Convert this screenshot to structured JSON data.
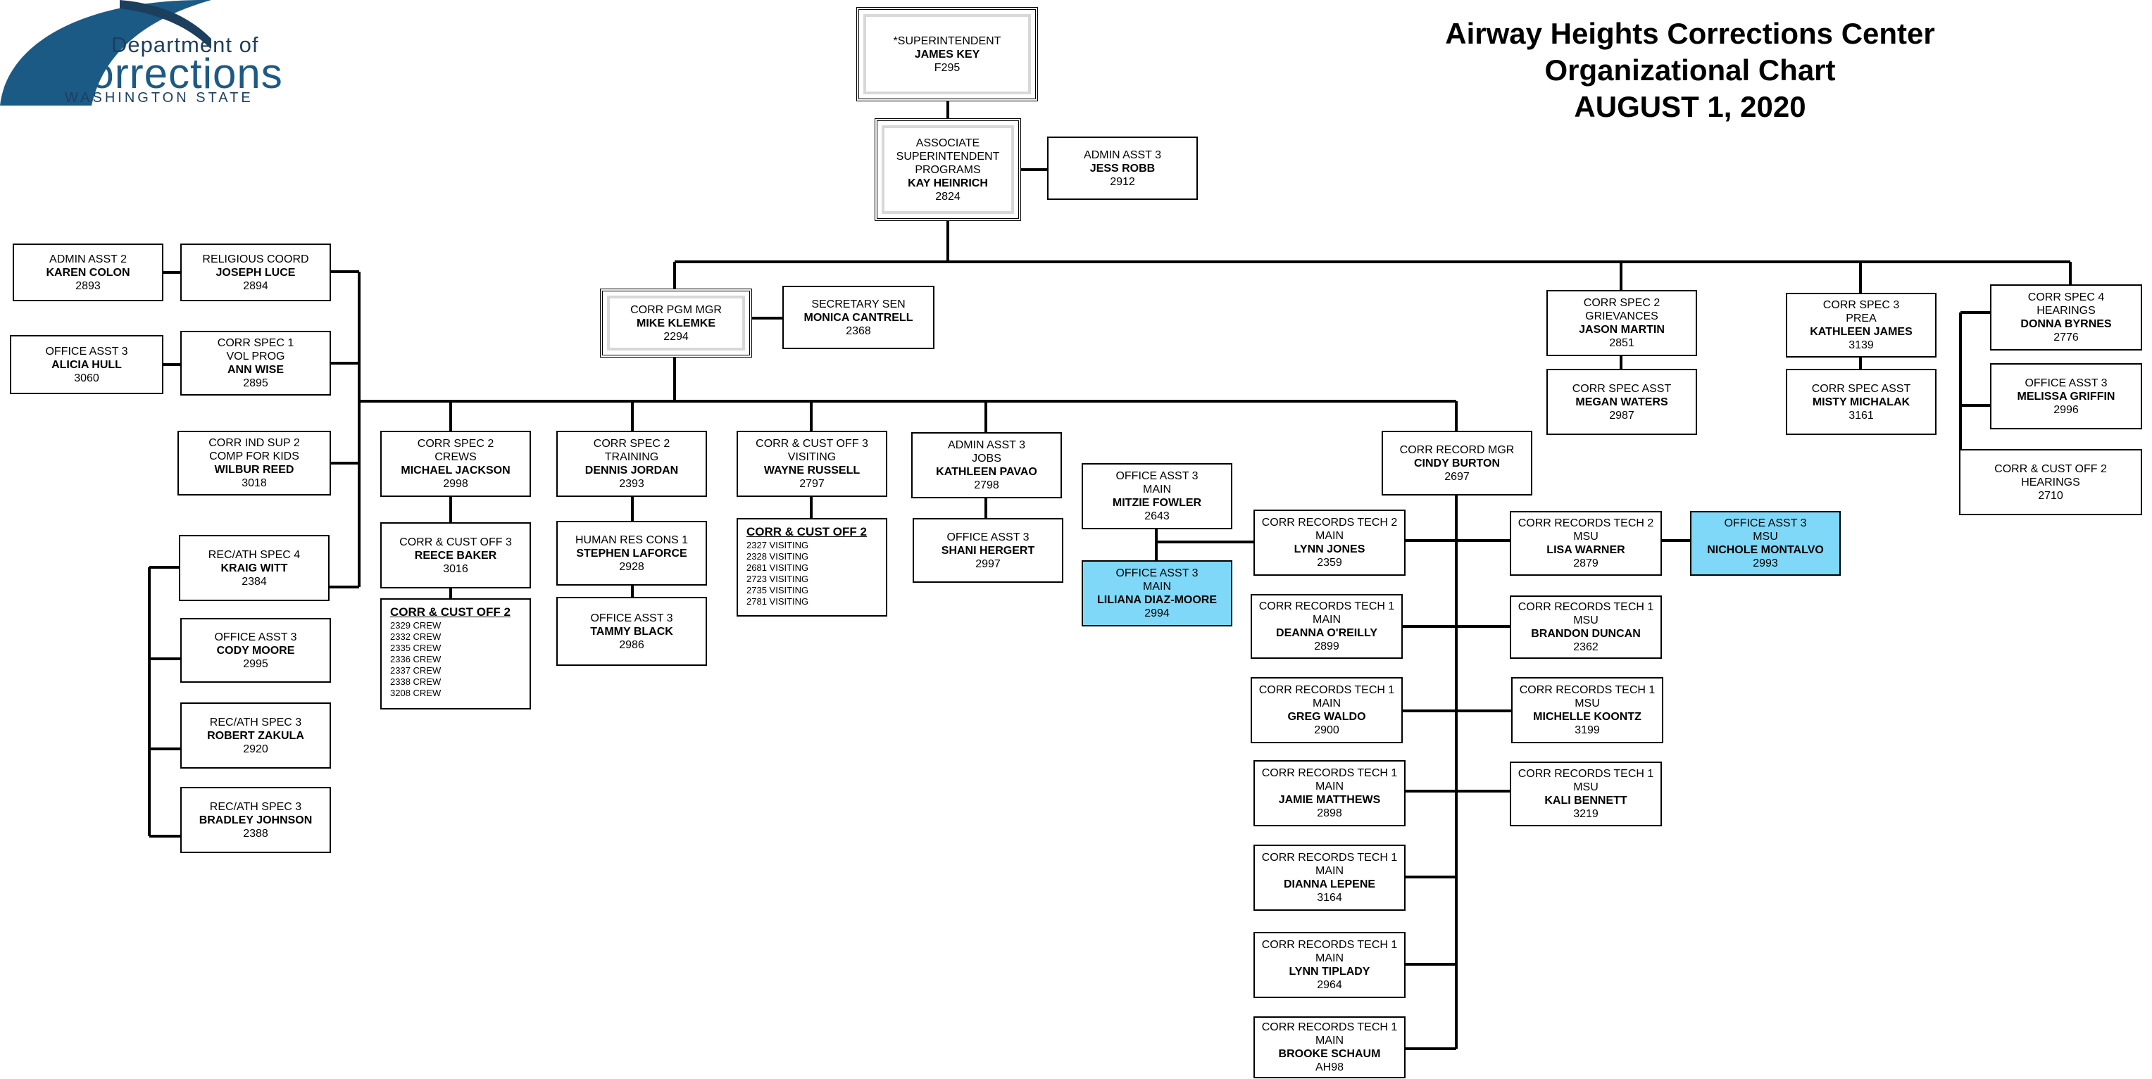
{
  "header": {
    "logo_line1": "Department of",
    "logo_line2": "Corrections",
    "logo_line3": "WASHINGTON STATE",
    "title_line1": "Airway Heights Corrections Center",
    "title_line2": "Organizational Chart",
    "title_line3": "AUGUST 1, 2020"
  },
  "colors": {
    "highlight": "#7fd8f8",
    "logo_blue": "#1c5a86"
  },
  "nodes": {
    "superintendent": [
      "*SUPERINTENDENT",
      "JAMES KEY",
      "F295"
    ],
    "assoc_supt": [
      "ASSOCIATE",
      "SUPERINTENDENT",
      "PROGRAMS",
      "KAY HEINRICH",
      "2824"
    ],
    "admin_asst_robb": [
      "ADMIN ASST 3",
      "JESS ROBB",
      "2912"
    ],
    "corr_pgm_mgr": [
      "CORR PGM MGR",
      "MIKE KLEMKE",
      "2294"
    ],
    "secretary_sen": [
      "SECRETARY SEN",
      "MONICA CANTRELL",
      "2368"
    ],
    "admin_asst_colon": [
      "ADMIN ASST 2",
      "KAREN COLON",
      "2893"
    ],
    "religious_coord": [
      "RELIGIOUS COORD",
      "JOSEPH LUCE",
      "2894"
    ],
    "office_asst_hull": [
      "OFFICE ASST 3",
      "ALICIA HULL",
      "3060"
    ],
    "corr_spec1_wise": [
      "CORR SPEC 1",
      "VOL PROG",
      "ANN WISE",
      "2895"
    ],
    "corr_ind_sup": [
      "CORR IND SUP 2",
      "COMP FOR KIDS",
      "WILBUR REED",
      "3018"
    ],
    "rec_ath4": [
      "REC/ATH SPEC 4",
      "KRAIG WITT",
      "2384"
    ],
    "office_asst_moore": [
      "OFFICE ASST 3",
      "CODY MOORE",
      "2995"
    ],
    "rec_ath3_zakula": [
      "REC/ATH SPEC 3",
      "ROBERT ZAKULA",
      "2920"
    ],
    "rec_ath3_johnson": [
      "REC/ATH SPEC 3",
      "BRADLEY JOHNSON",
      "2388"
    ],
    "spec2_crews": [
      "CORR SPEC 2",
      "CREWS",
      "MICHAEL JACKSON",
      "2998"
    ],
    "cust3_baker": [
      "CORR & CUST OFF 3",
      "REECE BAKER",
      "3016"
    ],
    "spec2_training": [
      "CORR SPEC 2",
      "TRAINING",
      "DENNIS JORDAN",
      "2393"
    ],
    "hr_cons": [
      "HUMAN RES CONS 1",
      "STEPHEN LAFORCE",
      "2928"
    ],
    "office_asst_black": [
      "OFFICE ASST 3",
      "TAMMY BLACK",
      "2986"
    ],
    "cust3_visiting": [
      "CORR & CUST OFF 3",
      "VISITING",
      "WAYNE RUSSELL",
      "2797"
    ],
    "admin_asst_jobs": [
      "ADMIN ASST 3",
      "JOBS",
      "KATHLEEN PAVAO",
      "2798"
    ],
    "office_asst_hergert": [
      "OFFICE ASST 3",
      "SHANI HERGERT",
      "2997"
    ],
    "office_asst_fowler": [
      "OFFICE ASST 3",
      "MAIN",
      "MITZIE FOWLER",
      "2643"
    ],
    "office_asst_diaz": [
      "OFFICE ASST 3",
      "MAIN",
      "LILIANA DIAZ-MOORE",
      "2994"
    ],
    "corr_record_mgr": [
      "CORR RECORD MGR",
      "CINDY BURTON",
      "2697"
    ],
    "rt2_jones": [
      "CORR RECORDS TECH 2",
      "MAIN",
      "LYNN JONES",
      "2359"
    ],
    "rt1_oreilly": [
      "CORR RECORDS TECH 1",
      "MAIN",
      "DEANNA O'REILLY",
      "2899"
    ],
    "rt1_waldo": [
      "CORR RECORDS TECH 1",
      "MAIN",
      "GREG WALDO",
      "2900"
    ],
    "rt1_matthews": [
      "CORR RECORDS TECH 1",
      "MAIN",
      "JAMIE MATTHEWS",
      "2898"
    ],
    "rt1_lepene": [
      "CORR RECORDS TECH 1",
      "MAIN",
      "DIANNA LEPENE",
      "3164"
    ],
    "rt1_tiplady": [
      "CORR RECORDS TECH 1",
      "MAIN",
      "LYNN TIPLADY",
      "2964"
    ],
    "rt1_schaum": [
      "CORR RECORDS TECH 1",
      "MAIN",
      "BROOKE SCHAUM",
      "AH98"
    ],
    "rt2_warner": [
      "CORR RECORDS TECH 2",
      "MSU",
      "LISA WARNER",
      "2879"
    ],
    "office_asst_montalvo": [
      "OFFICE ASST 3",
      "MSU",
      "NICHOLE MONTALVO",
      "2993"
    ],
    "rt1_duncan": [
      "CORR RECORDS TECH 1",
      "MSU",
      "BRANDON DUNCAN",
      "2362"
    ],
    "rt1_koontz": [
      "CORR RECORDS TECH 1",
      "MSU",
      "MICHELLE KOONTZ",
      "3199"
    ],
    "rt1_bennett": [
      "CORR RECORDS TECH 1",
      "MSU",
      "KALI BENNETT",
      "3219"
    ],
    "spec2_grievances": [
      "CORR SPEC 2",
      "GRIEVANCES",
      "JASON MARTIN",
      "2851"
    ],
    "spec_asst_waters": [
      "CORR SPEC ASST",
      "MEGAN WATERS",
      "2987"
    ],
    "spec3_prea": [
      "CORR SPEC 3",
      "PREA",
      "KATHLEEN JAMES",
      "3139"
    ],
    "spec_asst_michalak": [
      "CORR SPEC ASST",
      "MISTY MICHALAK",
      "3161"
    ],
    "spec4_hearings": [
      "CORR SPEC 4",
      "HEARINGS",
      "DONNA BYRNES",
      "2776"
    ],
    "office_asst_griffin": [
      "OFFICE ASST 3",
      "MELISSA GRIFFIN",
      "2996"
    ],
    "cust2_hearings": [
      "CORR & CUST OFF 2",
      "HEARINGS",
      "2710"
    ]
  },
  "lists": {
    "crew_list": {
      "header": "CORR & CUST OFF 2",
      "items": [
        "2329 CREW",
        "2332 CREW",
        "2335 CREW",
        "2336 CREW",
        "2337 CREW",
        "2338 CREW",
        "3208 CREW"
      ]
    },
    "visiting_list": {
      "header": "CORR & CUST OFF 2",
      "items": [
        "2327 VISITING",
        "2328 VISITING",
        "2681 VISITING",
        "2723 VISITING",
        "2735 VISITING",
        "2781 VISITING"
      ]
    }
  }
}
